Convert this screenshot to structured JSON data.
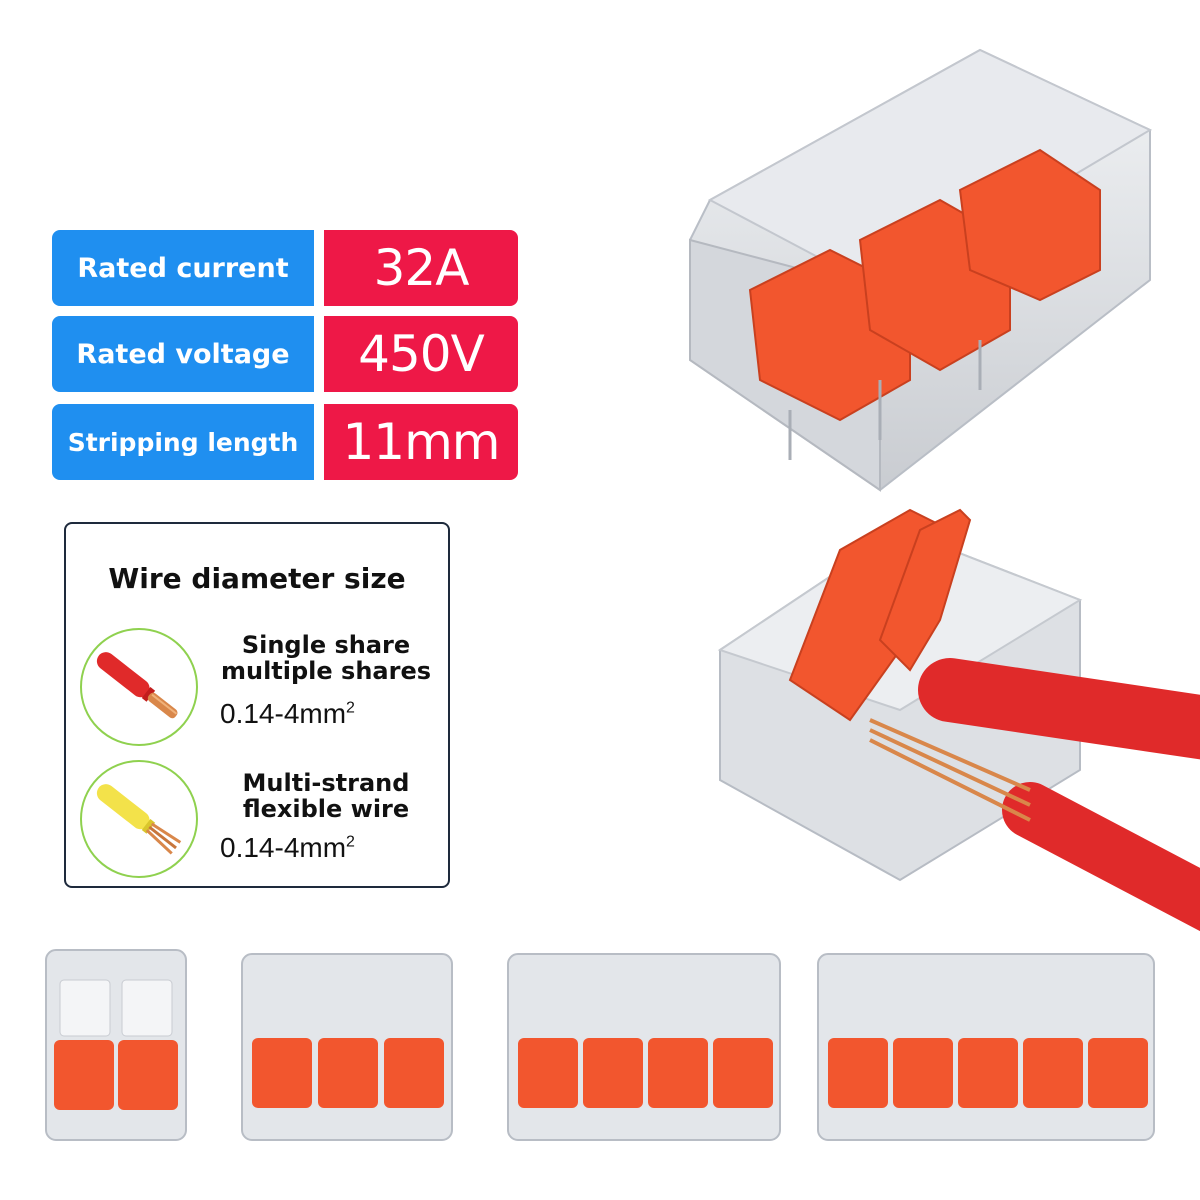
{
  "specs": [
    {
      "label": "Rated current",
      "value": "32A"
    },
    {
      "label": "Rated voltage",
      "value": "450V"
    },
    {
      "label": "Stripping length",
      "value": "11mm"
    }
  ],
  "wire_box": {
    "title": "Wire diameter size",
    "items": [
      {
        "line1": "Single share",
        "line2": "multiple shares",
        "size": "0.14-4mm",
        "unit_sup": "2"
      },
      {
        "line1": "Multi-strand",
        "line2": "flexible wire",
        "size": "0.14-4mm",
        "unit_sup": "2"
      }
    ]
  },
  "colors": {
    "label_blue": "#1f8ff0",
    "value_red": "#ee1847",
    "lever_orange": "#f2562e",
    "wire_red": "#e02a2a",
    "wire_yellow": "#f3e24a",
    "copper": "#d9874a",
    "circle_green": "#8fd14f"
  },
  "connectors": [
    {
      "poles": 2
    },
    {
      "poles": 3
    },
    {
      "poles": 4
    },
    {
      "poles": 5
    }
  ]
}
